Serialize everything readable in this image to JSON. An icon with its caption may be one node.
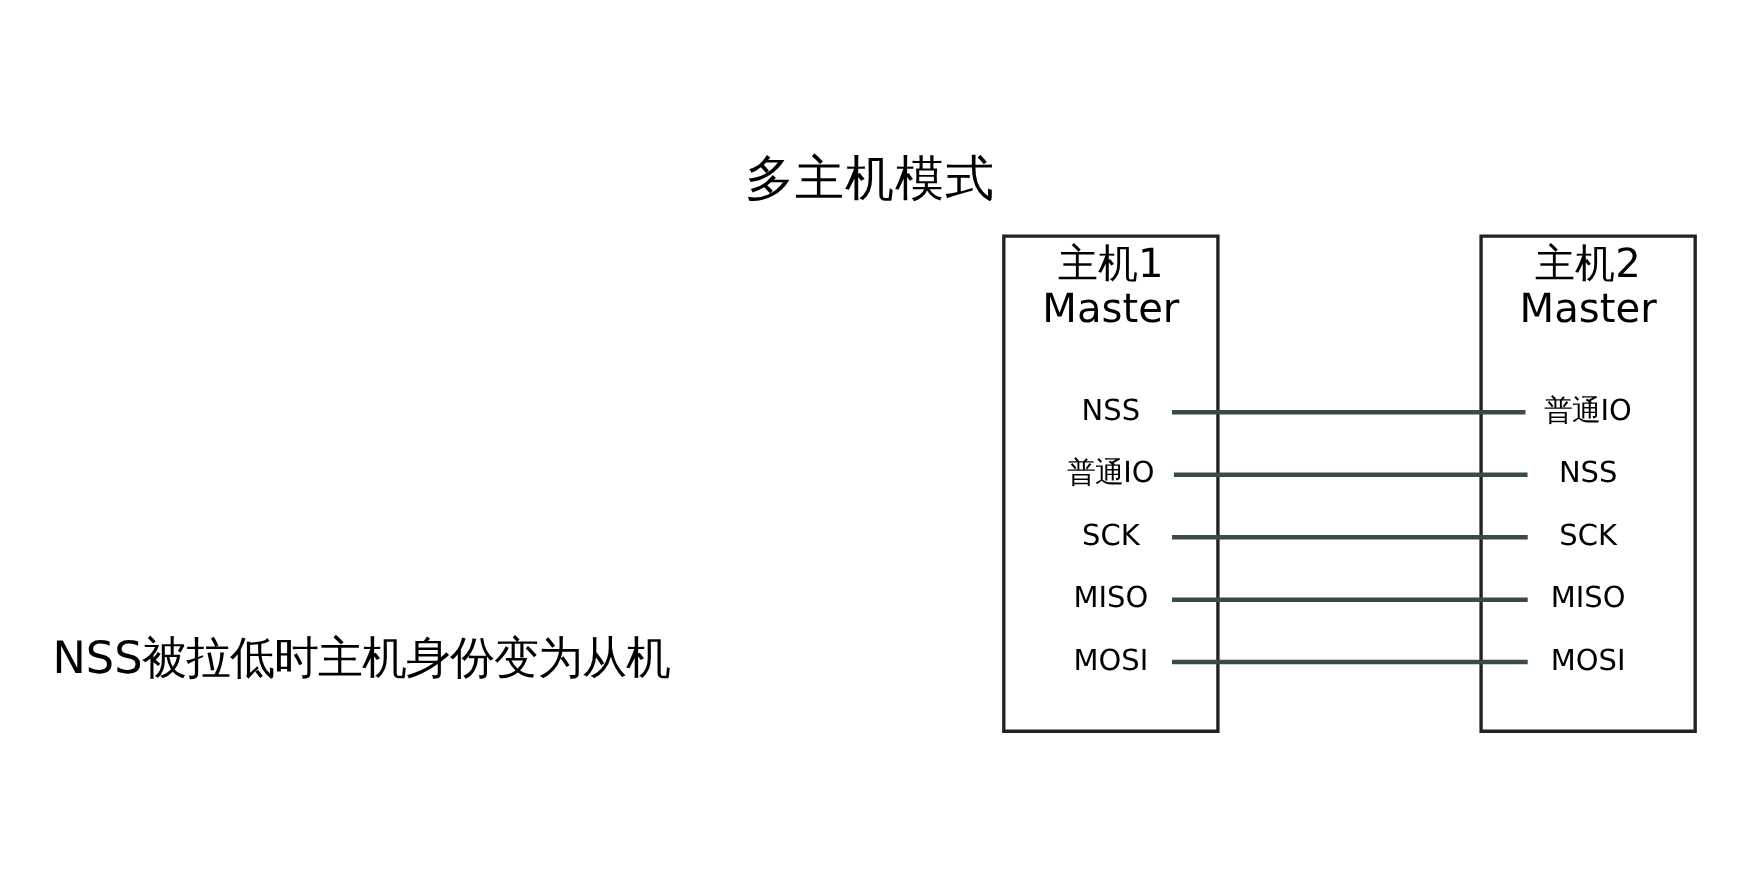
{
  "diagram": {
    "title": "多主机模式",
    "nodes": [
      {
        "text": [
          "主机1",
          "Master"
        ]
      },
      {
        "text": [
          "MOSI"
        ],
        "in": 0
      },
      {
        "text": [
          "MISO"
        ],
        "in": 0
      },
      {
        "text": [
          "SCK"
        ],
        "in": 0
      },
      {
        "text": [
          "普通IO"
        ],
        "in": 0
      },
      {
        "text": [
          "NSS"
        ],
        "in": 0
      },
      {
        "text": [
          "主机2",
          "Master"
        ]
      },
      {
        "text": [
          "MOSI"
        ],
        "in": 6
      },
      {
        "text": [
          "MISO"
        ],
        "in": 6
      },
      {
        "text": [
          "SCK"
        ],
        "in": 6
      },
      {
        "text": [
          "普通IO"
        ],
        "in": 6
      },
      {
        "text": [
          "NSS"
        ],
        "in": 6
      }
    ],
    "edges": [
      {
        "from": 1,
        "to": 7,
        "arrow": "none"
      },
      {
        "from": 2,
        "to": 8,
        "arrow": "none"
      },
      {
        "from": 3,
        "to": 9,
        "arrow": "none"
      },
      {
        "from": 4,
        "to": 11,
        "arrow": "none"
      },
      {
        "from": 5,
        "to": 10,
        "arrow": "none"
      }
    ],
    "labels": [
      "NSS被拉低时主机身份变为从机"
    ]
  }
}
